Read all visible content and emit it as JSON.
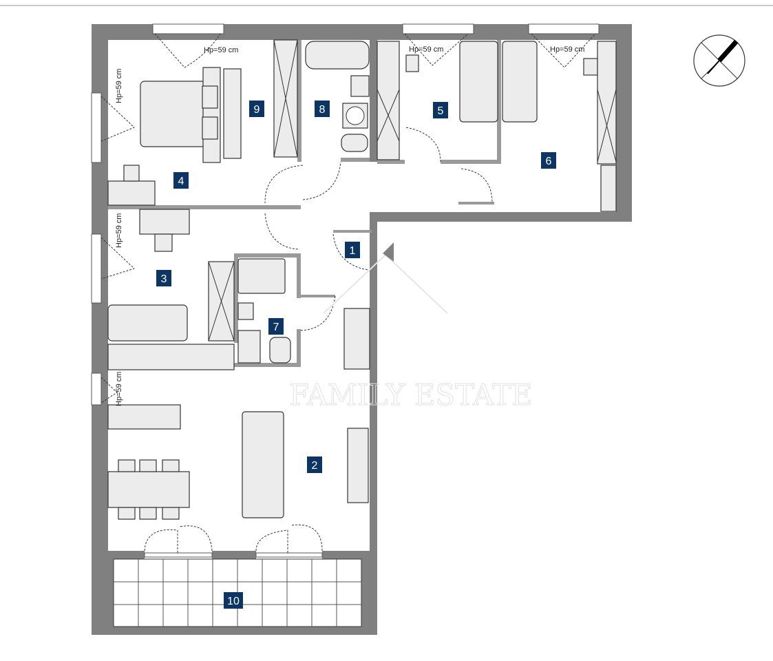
{
  "plan": {
    "rooms": [
      "1",
      "2",
      "3",
      "4",
      "5",
      "6",
      "7",
      "8",
      "9",
      "10"
    ],
    "window_height_label": "Hp=59 cm",
    "watermark": "FAMILY ESTATE",
    "colors": {
      "label_bg": "#0c3563",
      "wall": "#808080"
    }
  },
  "icons": [
    "compass-icon"
  ]
}
